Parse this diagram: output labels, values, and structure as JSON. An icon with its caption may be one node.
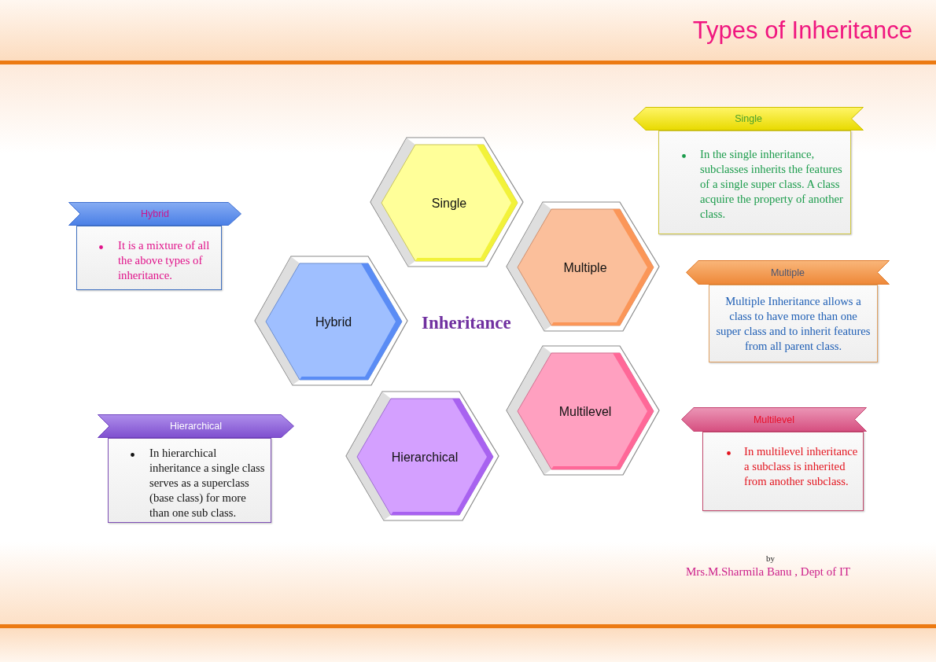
{
  "diagram": {
    "title": "Types of Inheritance",
    "nodes": [
      {
        "text": [
          "Single",
          "In the single inheritance, subclasses inherits the features of a single super class. A class acquire the property of another class."
        ]
      },
      {
        "text": [
          "Single"
        ]
      },
      {
        "text": [
          "Hybrid",
          "It is a mixture of all the above types of inheritance."
        ]
      },
      {
        "text": [
          "Multiple"
        ]
      },
      {
        "text": [
          "Hybrid"
        ]
      },
      {
        "text": [
          "Multiple",
          "Multiple Inheritance allows a class to have more than one super class and to inherit features from all parent class."
        ]
      },
      {
        "text": [
          "Multilevel"
        ]
      },
      {
        "text": [
          "Hierarchical"
        ]
      },
      {
        "text": [
          "Multilevel",
          "In multilevel inheritance a subclass is inherited from another subclass."
        ]
      },
      {
        "text": [
          "Hierarchical",
          "In hierarchical inheritance a single class serves as a superclass (base class) for more than one sub class."
        ]
      }
    ],
    "labels": [
      "Inheritance",
      "by",
      "Mrs.M.Sharmila Banu , Dept of IT"
    ]
  }
}
